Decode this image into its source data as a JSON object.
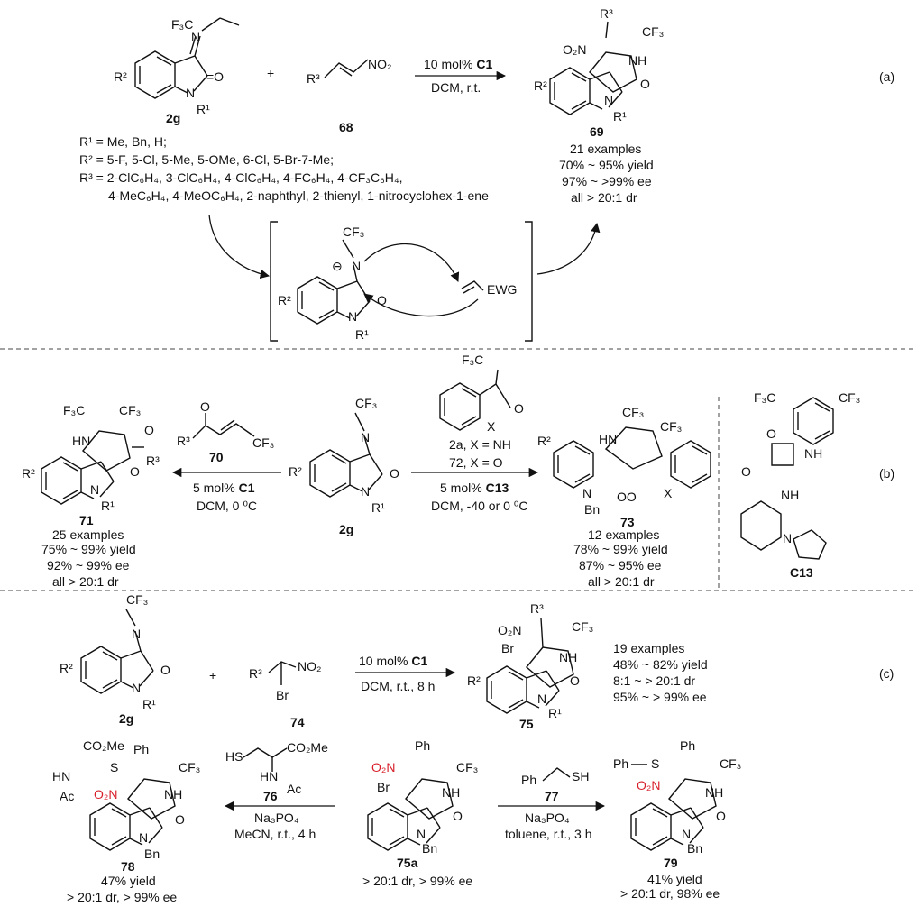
{
  "panel_labels": {
    "a": "(a)",
    "b": "(b)",
    "c": "(c)"
  },
  "text_colors": {
    "nitro_highlight": "#d8202a"
  },
  "panel_a": {
    "cf3ch2": "F₃C",
    "imine_n": "N",
    "c_eq_o": "=O",
    "ring_n": "N",
    "r2": "R²",
    "r1": "R¹",
    "compound_2g": "2g",
    "plus": "+",
    "r3": "R³",
    "no2": "NO₂",
    "compound_68": "68",
    "conditions_top": "10 mol% ",
    "conditions_cat": "C1",
    "conditions_bottom": "DCM, r.t.",
    "prod_r3": "R³",
    "prod_cf3": "CF₃",
    "prod_o2n": "O₂N",
    "prod_nh": "NH",
    "prod_o": "O",
    "prod_n": "N",
    "prod_r2": "R²",
    "prod_r1": "R¹",
    "compound_69": "69",
    "sub_r1": "R¹ = Me, Bn, H;",
    "sub_r2": "R² = 5-F, 5-Cl, 5-Me, 5-OMe, 6-Cl, 5-Br-7-Me;",
    "sub_r3_line1": "R³ = 2-ClC₆H₄, 3-ClC₆H₄, 4-ClC₆H₄, 4-FC₆H₄, 4-CF₃C₆H₄,",
    "sub_r3_line2": "4-MeC₆H₄, 4-MeOC₆H₄, 2-naphthyl, 2-thienyl, 1-nitrocyclohex-1-ene",
    "result_examples": "21 examples",
    "result_yield": "70% ~ 95% yield",
    "result_ee": "97% ~ >99% ee",
    "result_dr": "all > 20:1 dr",
    "int_cf3": "CF₃",
    "int_minus": "⊖",
    "int_n": "N",
    "int_o": "O",
    "int_ring_n": "N",
    "int_r2": "R²",
    "int_r1": "R¹",
    "int_ewg": "EWG"
  },
  "panel_b": {
    "p71_cf3_left": "F₃C",
    "p71_cf3_right": "CF₃",
    "p71_hn": "HN",
    "p71_o_ketone": "O",
    "p71_r3": "R³",
    "p71_o": "O",
    "p71_n": "N",
    "p71_r2": "R²",
    "p71_r1": "R¹",
    "compound_71": "71",
    "res71_examples": "25 examples",
    "res71_yield": "75% ~ 99% yield",
    "res71_ee": "92% ~ 99% ee",
    "res71_dr": "all > 20:1 dr",
    "r70_o": "O",
    "r70_r3": "R³",
    "r70_cf3": "CF₃",
    "compound_70": "70",
    "cond_left_top": "5 mol% ",
    "cond_left_cat": "C1",
    "cond_left_bottom": "DCM,  0 ⁰C",
    "s2g_cf3": "CF₃",
    "s2g_n": "N",
    "s2g_o": "O",
    "s2g_ring_n": "N",
    "s2g_r2": "R²",
    "s2g_r1": "R¹",
    "compound_2g": "2g",
    "r2a_cf3": "F₃C",
    "r2a_o": "O",
    "r2a_x": "X",
    "r2a_label": "2a, X = NH",
    "r72_label": "72, X = O",
    "cond_right_top": "5 mol% ",
    "cond_right_cat": "C13",
    "cond_right_bottom": "DCM, -40 or 0 ⁰C",
    "p73_cf3_a": "CF₃",
    "p73_cf3_b": "CF₃",
    "p73_hn": "HN",
    "p73_r2": "R²",
    "p73_n": "N",
    "p73_bn": "Bn",
    "p73_oo": "OO",
    "p73_x": "X",
    "compound_73": "73",
    "res73_examples": "12 examples",
    "res73_yield": "78% ~ 99% yield",
    "res73_ee": "87% ~ 95% ee",
    "res73_dr": "all > 20:1 dr",
    "c13_cf3_left": "F₃C",
    "c13_cf3_right": "CF₃",
    "c13_o_top": "O",
    "c13_o_left": "O",
    "c13_nh_a": "NH",
    "c13_nh_b": "NH",
    "c13_n": "N",
    "compound_c13": "C13"
  },
  "panel_c": {
    "s2g_cf3": "CF₃",
    "s2g_n": "N",
    "s2g_o": "O",
    "s2g_ring_n": "N",
    "s2g_r2": "R²",
    "s2g_r1": "R¹",
    "compound_2g": "2g",
    "plus": "+",
    "r74_r3": "R³",
    "r74_no2": "NO₂",
    "r74_br": "Br",
    "compound_74": "74",
    "cond_top": "10 mol% ",
    "cond_cat": "C1",
    "cond_bottom": "DCM, r.t., 8 h",
    "p75_r3": "R³",
    "p75_o2n": "O₂N",
    "p75_br": "Br",
    "p75_cf3": "CF₃",
    "p75_nh": "NH",
    "p75_o": "O",
    "p75_n": "N",
    "p75_r2": "R²",
    "p75_r1": "R¹",
    "compound_75": "75",
    "res75_examples": "19 examples",
    "res75_yield": "48% ~ 82% yield",
    "res75_dr": "8:1 ~ > 20:1 dr",
    "res75_ee": "95% ~ > 99% ee",
    "p78_co2me": "CO₂Me",
    "p78_ph": "Ph",
    "p78_s": "S",
    "p78_cf3": "CF₃",
    "p78_hn": "HN",
    "p78_ac": "Ac",
    "p78_o2n": "O₂N",
    "p78_nh": "NH",
    "p78_o": "O",
    "p78_n": "N",
    "p78_bn": "Bn",
    "compound_78": "78",
    "res78_yield": "47% yield",
    "res78_sel": "> 20:1 dr, > 99% ee",
    "r76_hs": "HS",
    "r76_co2me": "CO₂Me",
    "r76_hn": "HN",
    "r76_ac": "Ac",
    "compound_76": "76",
    "cond76_base": "Na₃PO₄",
    "cond76_solv": "MeCN, r.t., 4 h",
    "p75a_ph": "Ph",
    "p75a_o2n": "O₂N",
    "p75a_br": "Br",
    "p75a_cf3": "CF₃",
    "p75a_nh": "NH",
    "p75a_o": "O",
    "p75a_n": "N",
    "p75a_bn": "Bn",
    "compound_75a": "75a",
    "res75a_sel": "> 20:1 dr, > 99% ee",
    "r77_ph": "Ph",
    "r77_sh": "SH",
    "compound_77": "77",
    "cond77_base": "Na₃PO₄",
    "cond77_solv": "toluene, r.t., 3 h",
    "p79_ph_bn": "Ph",
    "p79_ph": "Ph",
    "p79_s": "S",
    "p79_cf3": "CF₃",
    "p79_o2n": "O₂N",
    "p79_nh": "NH",
    "p79_o": "O",
    "p79_n": "N",
    "p79_bn": "Bn",
    "compound_79": "79",
    "res79_yield": "41% yield",
    "res79_sel": "> 20:1 dr, 98% ee"
  }
}
